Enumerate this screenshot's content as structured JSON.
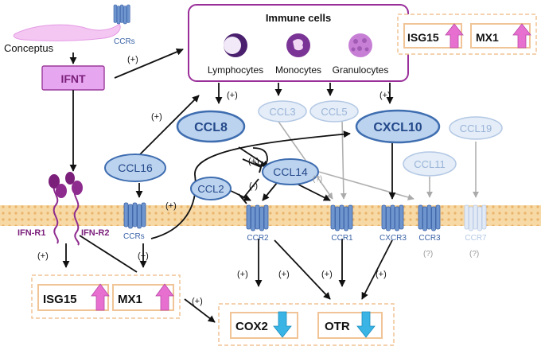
{
  "labels": {
    "conceptus": "Conceptus",
    "ifnt": "IFNT",
    "ccrs_top": "CCRs",
    "ccrs_bottom": "CCRs",
    "immune_title": "Immune cells",
    "lymphocytes": "Lymphocytes",
    "monocytes": "Monocytes",
    "granulocytes": "Granulocytes",
    "isg15": "ISG15",
    "mx1": "MX1",
    "ifnr1": "IFN-R1",
    "ifnr2": "IFN-R2",
    "cox2": "COX2",
    "otr": "OTR",
    "plus": "(+)",
    "minus": "(-)",
    "unknown": "(?)"
  },
  "chemokines": {
    "ccl8": "CCL8",
    "ccl3": "CCL3",
    "ccl5": "CCL5",
    "cxcl10": "CXCL10",
    "ccl19": "CCL19",
    "ccl16": "CCL16",
    "ccl14": "CCL14",
    "ccl11": "CCL11",
    "ccl2": "CCL2"
  },
  "receptors": {
    "ccr2": "CCR2",
    "ccr1": "CCR1",
    "cxcr3": "CXCR3",
    "ccr3": "CCR3",
    "ccr7": "CCR7"
  },
  "colors": {
    "ifnt_fill": "#e7a6f0",
    "purple": "#8e2b8e",
    "chemokine_fill": "#bcd3ef",
    "chemokine_stroke": "#3e6db0",
    "faded_fill": "#e4edf8",
    "faded_stroke": "#b3c8e4",
    "membrane": "#f7d7a0",
    "box_stroke": "#f0c496",
    "up_arrow": "#e66fcf",
    "down_arrow": "#39b4e4"
  }
}
